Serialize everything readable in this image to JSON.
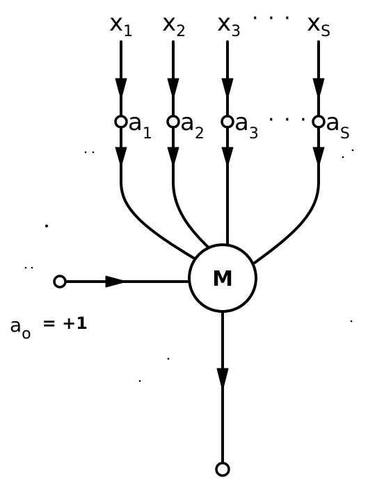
{
  "inputs": [
    {
      "symbol": "x",
      "index": "1"
    },
    {
      "symbol": "x",
      "index": "2"
    },
    {
      "symbol": "x",
      "index": "3"
    },
    {
      "symbol": "x",
      "index": "S"
    }
  ],
  "weights": [
    {
      "symbol": "a",
      "index": "1"
    },
    {
      "symbol": "a",
      "index": "2"
    },
    {
      "symbol": "a",
      "index": "3"
    },
    {
      "symbol": "a",
      "index": "S"
    }
  ],
  "ellipsis": "· · ·",
  "node_label": "M",
  "bias": {
    "symbol": "a",
    "index": "o",
    "value": "= +1"
  }
}
